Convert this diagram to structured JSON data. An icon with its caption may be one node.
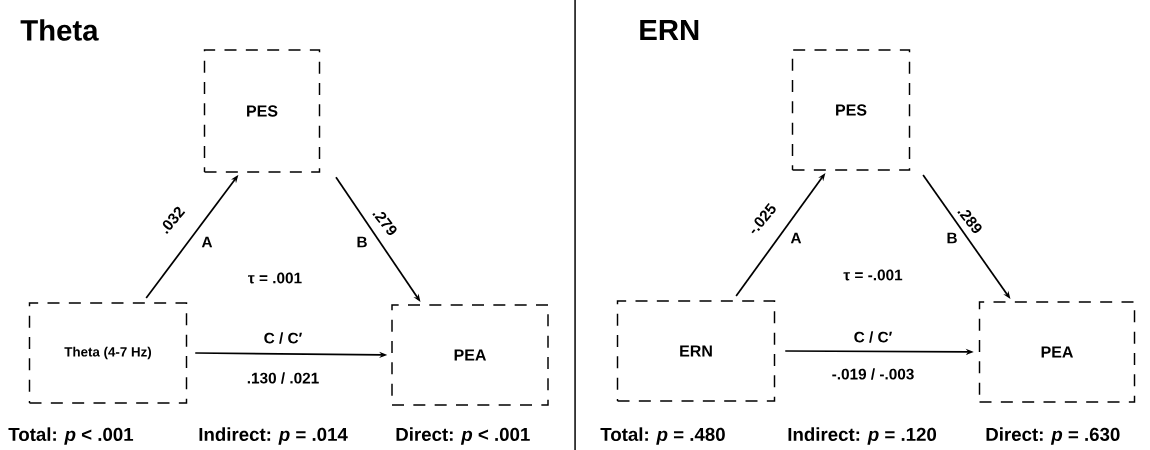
{
  "diagram": {
    "nodes": [
      {
        "text": [
          "PES"
        ]
      },
      {
        "text": [
          "Theta (4-7 Hz)"
        ]
      },
      {
        "text": [
          "PEA"
        ]
      },
      {
        "text": [
          "PES"
        ]
      },
      {
        "text": [
          "ERN"
        ]
      },
      {
        "text": [
          "PEA"
        ]
      }
    ],
    "edges": [
      {
        "from": 1,
        "to": 0,
        "arrow": "to",
        "label": ".032"
      },
      {
        "from": 0,
        "to": 2,
        "arrow": "to",
        "label": ".279"
      },
      {
        "from": 1,
        "to": 2,
        "arrow": "to",
        "label": "C / C′"
      },
      {
        "from": 4,
        "to": 3,
        "arrow": "to",
        "label": "-.025"
      },
      {
        "from": 3,
        "to": 5,
        "arrow": "to",
        "label": ".289"
      },
      {
        "from": 4,
        "to": 5,
        "arrow": "to",
        "label": "C / C′"
      }
    ],
    "labels": [
      "Theta",
      "A",
      "B",
      "τ = .001",
      ".130 / .021",
      "Total:   *p* < .001",
      "Indirect: *p* = .014",
      "Direct:  *p* < .001",
      "ERN",
      "A",
      "B",
      "τ = -.001",
      "-.019 / -.003",
      "Total:   *p* = .480",
      "Indirect: *p* = .120",
      "Direct:  *p* = .630"
    ]
  }
}
